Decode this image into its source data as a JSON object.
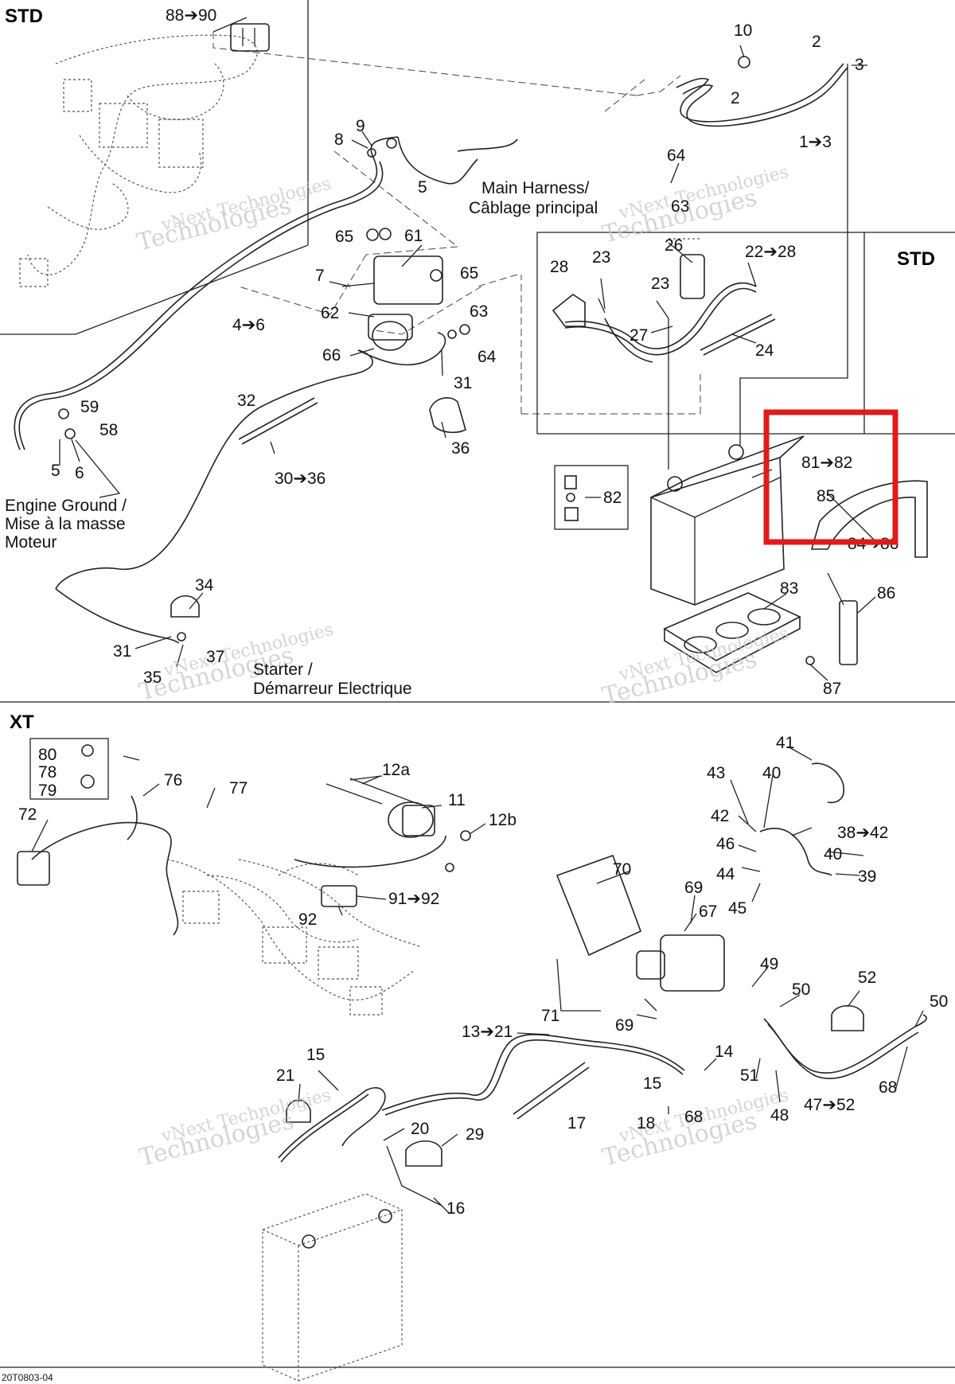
{
  "sections": {
    "std_top": "STD",
    "std_right": "STD",
    "xt": "XT"
  },
  "captions": {
    "main_harness_1": "Main Harness/",
    "main_harness_2": "Câblage principal",
    "engine_ground_1": "Engine Ground /",
    "engine_ground_2": "Mise à la masse",
    "engine_ground_3": "Moteur",
    "starter_1": "Starter /",
    "starter_2": "Démarreur Electrique"
  },
  "watermark": {
    "line1": "vNext Technologies",
    "line2": "Technologies"
  },
  "reference_code": "20T0803-04",
  "highlight_color": "#e01b1b",
  "labels": [
    {
      "id": "l88",
      "text": "88➔90"
    },
    {
      "id": "l10",
      "text": "10"
    },
    {
      "id": "l2a",
      "text": "2"
    },
    {
      "id": "l3",
      "text": "3"
    },
    {
      "id": "l2b",
      "text": "2"
    },
    {
      "id": "l1",
      "text": "1➔3"
    },
    {
      "id": "l9",
      "text": "9"
    },
    {
      "id": "l8",
      "text": "8"
    },
    {
      "id": "l5a",
      "text": "5"
    },
    {
      "id": "l64a",
      "text": "64"
    },
    {
      "id": "l63a",
      "text": "63"
    },
    {
      "id": "l65a",
      "text": "65"
    },
    {
      "id": "l61",
      "text": "61"
    },
    {
      "id": "l7",
      "text": "7"
    },
    {
      "id": "l65b",
      "text": "65"
    },
    {
      "id": "l62",
      "text": "62"
    },
    {
      "id": "l63b",
      "text": "63"
    },
    {
      "id": "l64b",
      "text": "64"
    },
    {
      "id": "l66",
      "text": "66"
    },
    {
      "id": "l31a",
      "text": "31"
    },
    {
      "id": "l36",
      "text": "36"
    },
    {
      "id": "l32",
      "text": "32"
    },
    {
      "id": "l30",
      "text": "30➔36"
    },
    {
      "id": "l4",
      "text": "4➔6"
    },
    {
      "id": "l59",
      "text": "59"
    },
    {
      "id": "l58",
      "text": "58"
    },
    {
      "id": "l5b",
      "text": "5"
    },
    {
      "id": "l6",
      "text": "6"
    },
    {
      "id": "l34",
      "text": "34"
    },
    {
      "id": "l31b",
      "text": "31"
    },
    {
      "id": "l37",
      "text": "37"
    },
    {
      "id": "l35",
      "text": "35"
    },
    {
      "id": "l28",
      "text": "28"
    },
    {
      "id": "l23a",
      "text": "23"
    },
    {
      "id": "l26",
      "text": "26"
    },
    {
      "id": "l22",
      "text": "22➔28"
    },
    {
      "id": "l23b",
      "text": "23"
    },
    {
      "id": "l27",
      "text": "27"
    },
    {
      "id": "l24",
      "text": "24"
    },
    {
      "id": "l81",
      "text": "81➔82"
    },
    {
      "id": "l85",
      "text": "85"
    },
    {
      "id": "l84",
      "text": "84➔86"
    },
    {
      "id": "l82",
      "text": "82"
    },
    {
      "id": "l83",
      "text": "83"
    },
    {
      "id": "l86",
      "text": "86"
    },
    {
      "id": "l87",
      "text": "87"
    },
    {
      "id": "l80",
      "text": "80"
    },
    {
      "id": "l78",
      "text": "78"
    },
    {
      "id": "l79",
      "text": "79"
    },
    {
      "id": "l76",
      "text": "76"
    },
    {
      "id": "l77",
      "text": "77"
    },
    {
      "id": "l72",
      "text": "72"
    },
    {
      "id": "l12a",
      "text": "12a"
    },
    {
      "id": "l11",
      "text": "11"
    },
    {
      "id": "l12b",
      "text": "12b"
    },
    {
      "id": "l91",
      "text": "91➔92"
    },
    {
      "id": "l92",
      "text": "92"
    },
    {
      "id": "l41",
      "text": "41"
    },
    {
      "id": "l43",
      "text": "43"
    },
    {
      "id": "l40a",
      "text": "40"
    },
    {
      "id": "l42",
      "text": "42"
    },
    {
      "id": "l38",
      "text": "38➔42"
    },
    {
      "id": "l46",
      "text": "46"
    },
    {
      "id": "l40b",
      "text": "40"
    },
    {
      "id": "l44",
      "text": "44"
    },
    {
      "id": "l39",
      "text": "39"
    },
    {
      "id": "l45",
      "text": "45"
    },
    {
      "id": "l70",
      "text": "70"
    },
    {
      "id": "l69a",
      "text": "69"
    },
    {
      "id": "l67",
      "text": "67"
    },
    {
      "id": "l49",
      "text": "49"
    },
    {
      "id": "l50a",
      "text": "50"
    },
    {
      "id": "l52",
      "text": "52"
    },
    {
      "id": "l50b",
      "text": "50"
    },
    {
      "id": "l71",
      "text": "71"
    },
    {
      "id": "l69b",
      "text": "69"
    },
    {
      "id": "l13",
      "text": "13➔21"
    },
    {
      "id": "l14",
      "text": "14"
    },
    {
      "id": "l51",
      "text": "51"
    },
    {
      "id": "l15a",
      "text": "15"
    },
    {
      "id": "l21",
      "text": "21"
    },
    {
      "id": "l15b",
      "text": "15"
    },
    {
      "id": "l68a",
      "text": "68"
    },
    {
      "id": "l68b",
      "text": "68"
    },
    {
      "id": "l17",
      "text": "17"
    },
    {
      "id": "l18",
      "text": "18"
    },
    {
      "id": "l47",
      "text": "47➔52"
    },
    {
      "id": "l48",
      "text": "48"
    },
    {
      "id": "l20",
      "text": "20"
    },
    {
      "id": "l29",
      "text": "29"
    },
    {
      "id": "l16",
      "text": "16"
    }
  ]
}
